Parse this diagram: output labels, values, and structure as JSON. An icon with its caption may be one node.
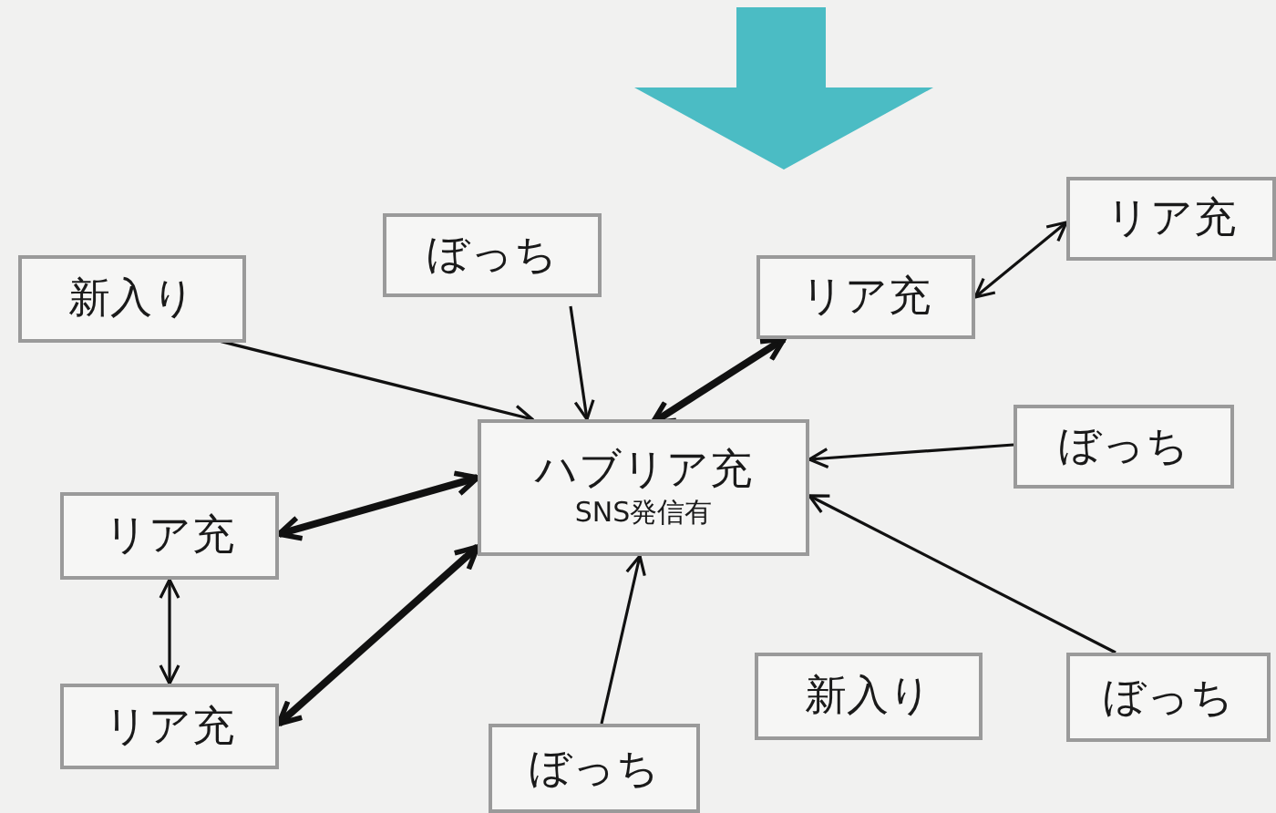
{
  "diagram": {
    "nodes": [
      {
        "text": [
          "リア充"
        ]
      },
      {
        "text": [
          "ぼっち"
        ]
      },
      {
        "text": [
          "新入り"
        ]
      },
      {
        "text": [
          "リア充"
        ]
      },
      {
        "text": [
          "ハブリア充",
          "SNS発信有"
        ]
      },
      {
        "text": [
          "ぼっち"
        ]
      },
      {
        "text": [
          "リア充"
        ]
      },
      {
        "text": [
          "リア充"
        ]
      },
      {
        "text": [
          "新入り"
        ]
      },
      {
        "text": [
          "ぼっち"
        ]
      },
      {
        "text": [
          "ぼっち"
        ]
      }
    ],
    "edges": [
      {
        "from": 3,
        "to": 0,
        "arrow": "both"
      },
      {
        "from": 4,
        "to": 3,
        "arrow": "both",
        "style": "thick"
      },
      {
        "from": 1,
        "to": 4,
        "arrow": "to"
      },
      {
        "from": 2,
        "to": 4,
        "arrow": "to"
      },
      {
        "from": 5,
        "to": 4,
        "arrow": "to"
      },
      {
        "from": 9,
        "to": 4,
        "arrow": "to"
      },
      {
        "from": 10,
        "to": 4,
        "arrow": "to"
      },
      {
        "from": 4,
        "to": 6,
        "arrow": "both",
        "style": "thick"
      },
      {
        "from": 4,
        "to": 7,
        "arrow": "both",
        "style": "thick"
      },
      {
        "from": 6,
        "to": 7,
        "arrow": "both"
      }
    ]
  }
}
